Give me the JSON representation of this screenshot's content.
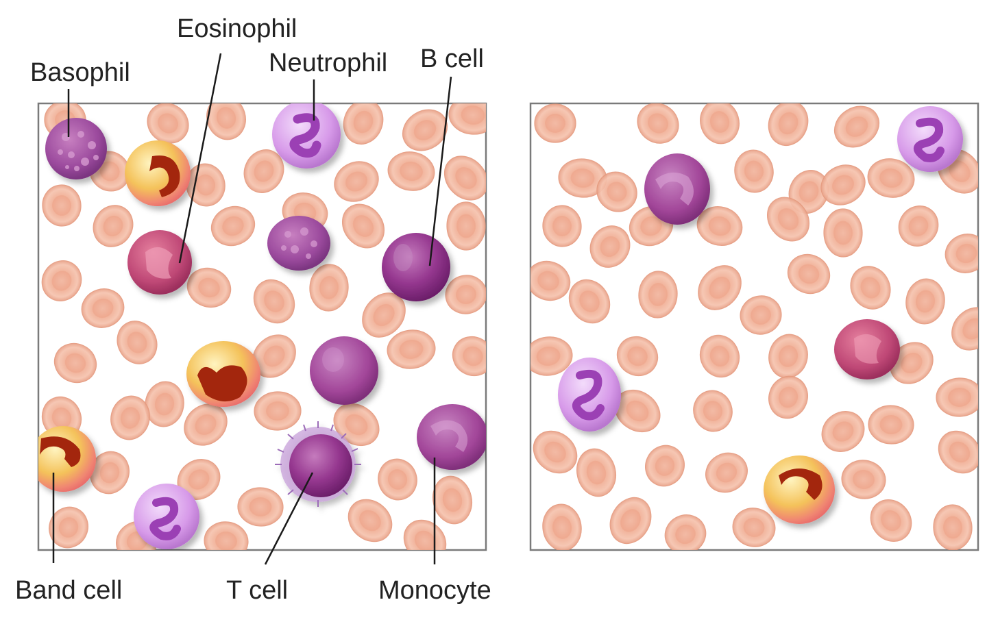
{
  "labels": {
    "eosinophil": "Eosinophil",
    "basophil": "Basophil",
    "neutrophil": "Neutrophil",
    "b_cell": "B cell",
    "band_cell": "Band cell",
    "t_cell": "T cell",
    "monocyte": "Monocyte"
  },
  "colors": {
    "red_cell": "#f2b8a0",
    "red_cell_edge": "#e59a7e",
    "neutrophil_body": "#dba6ee",
    "neutrophil_nucleus": "#9b3fb4",
    "lymphocyte": "#9a3f95",
    "monocyte": "#a24699",
    "eosinophil": "#c04a79",
    "basophil": "#9e4aa0",
    "band_body": "#f4c65b",
    "band_nucleus": "#a3280e",
    "band_rim": "#ef7f74",
    "frame": "#7a7a7a"
  }
}
